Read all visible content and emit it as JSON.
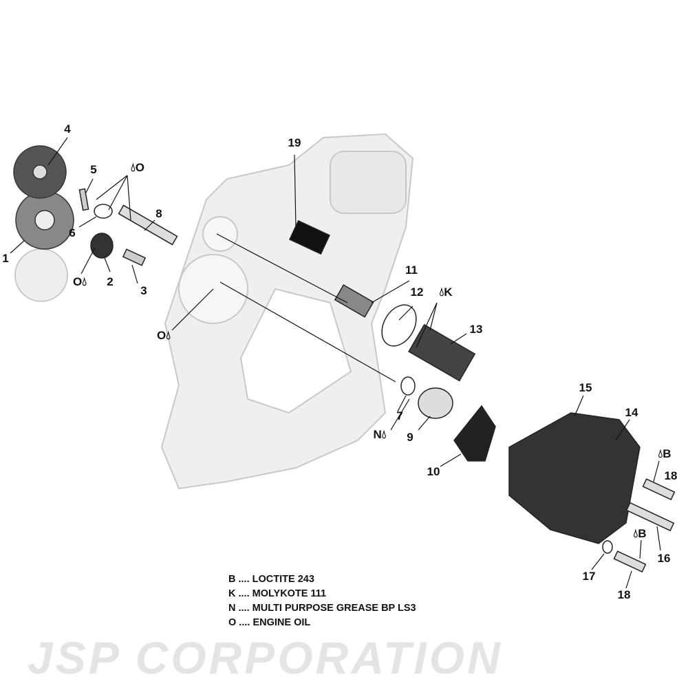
{
  "watermark": "JSP CORPORATION",
  "callouts": [
    "1",
    "2",
    "3",
    "4",
    "5",
    "6",
    "7",
    "8",
    "9",
    "10",
    "11",
    "12",
    "13",
    "14",
    "15",
    "16",
    "17",
    "18",
    "18",
    "19"
  ],
  "lubricant_marks": {
    "o1": "O",
    "o2": "O",
    "o3": "O",
    "k": "K",
    "n": "N",
    "b1": "B",
    "b2": "B"
  },
  "legend": [
    "B .... LOCTITE 243",
    "K .... MOLYKOTE 111",
    "N .... MULTI PURPOSE GREASE BP LS3",
    "O .... ENGINE OIL"
  ]
}
